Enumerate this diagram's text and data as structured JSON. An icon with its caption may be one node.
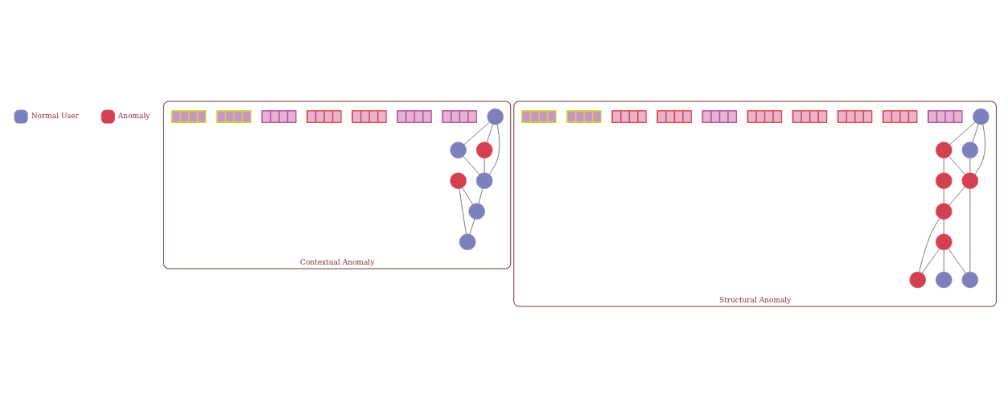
{
  "diagram": {
    "nodes": [
      {
        "text": [
          "Contextual Anomaly"
        ]
      },
      {
        "text": [],
        "shape": "circle",
        "in": 0
      },
      {
        "text": [],
        "shape": "circle",
        "in": 0
      },
      {
        "text": [],
        "shape": "circle",
        "in": 0
      },
      {
        "text": [],
        "shape": "circle",
        "in": 0
      },
      {
        "text": [],
        "shape": "circle",
        "in": 0
      },
      {
        "text": [],
        "shape": "circle",
        "in": 0
      },
      {
        "text": [],
        "shape": "circle",
        "in": 0
      },
      {
        "text": [],
        "shape": "bar",
        "in": 0
      },
      {
        "text": [],
        "shape": "bar",
        "in": 0
      },
      {
        "text": [],
        "shape": "bar",
        "in": 0
      },
      {
        "text": [],
        "shape": "bar",
        "in": 0
      },
      {
        "text": [],
        "shape": "bar",
        "in": 0
      },
      {
        "text": [],
        "shape": "bar",
        "in": 0
      },
      {
        "text": [],
        "shape": "bar",
        "in": 0
      },
      {
        "text": [
          "Structural Anomaly"
        ]
      },
      {
        "text": [],
        "shape": "circle",
        "in": 15
      },
      {
        "text": [],
        "shape": "circle",
        "in": 15
      },
      {
        "text": [],
        "shape": "circle",
        "in": 15
      },
      {
        "text": [],
        "shape": "circle",
        "in": 15
      },
      {
        "text": [],
        "shape": "circle",
        "in": 15
      },
      {
        "text": [],
        "shape": "circle",
        "in": 15
      },
      {
        "text": [],
        "shape": "circle",
        "in": 15
      },
      {
        "text": [],
        "shape": "circle",
        "in": 15
      },
      {
        "text": [],
        "shape": "circle",
        "in": 15
      },
      {
        "text": [],
        "shape": "circle",
        "in": 15
      },
      {
        "text": [],
        "shape": "bar",
        "in": 15
      },
      {
        "text": [],
        "shape": "bar",
        "in": 15
      },
      {
        "text": [],
        "shape": "bar",
        "in": 15
      },
      {
        "text": [],
        "shape": "bar",
        "in": 15
      },
      {
        "text": [],
        "shape": "bar",
        "in": 15
      },
      {
        "text": [],
        "shape": "bar",
        "in": 15
      },
      {
        "text": [],
        "shape": "bar",
        "in": 15
      },
      {
        "text": [],
        "shape": "bar",
        "in": 15
      },
      {
        "text": [],
        "shape": "bar",
        "in": 15
      },
      {
        "text": [],
        "shape": "bar",
        "in": 15
      }
    ],
    "edges": [
      {
        "from": 1,
        "to": 2,
        "arrow": "none"
      },
      {
        "from": 1,
        "to": 4,
        "arrow": "none"
      },
      {
        "from": 1,
        "to": 5,
        "arrow": "none"
      },
      {
        "from": 2,
        "to": 5,
        "arrow": "none"
      },
      {
        "from": 4,
        "to": 5,
        "arrow": "none"
      },
      {
        "from": 5,
        "to": 6,
        "arrow": "none"
      },
      {
        "from": 6,
        "to": 7,
        "arrow": "none"
      },
      {
        "from": 3,
        "to": 6,
        "arrow": "none"
      },
      {
        "from": 3,
        "to": 7,
        "arrow": "none"
      },
      {
        "from": 16,
        "to": 17,
        "arrow": "none"
      },
      {
        "from": 16,
        "to": 21,
        "arrow": "none"
      },
      {
        "from": 16,
        "to": 22,
        "arrow": "none"
      },
      {
        "from": 17,
        "to": 22,
        "arrow": "none"
      },
      {
        "from": 17,
        "to": 18,
        "arrow": "none"
      },
      {
        "from": 21,
        "to": 22,
        "arrow": "none"
      },
      {
        "from": 22,
        "to": 23,
        "arrow": "none"
      },
      {
        "from": 22,
        "to": 24,
        "arrow": "none"
      },
      {
        "from": 18,
        "to": 23,
        "arrow": "none"
      },
      {
        "from": 23,
        "to": 19,
        "arrow": "none"
      },
      {
        "from": 23,
        "to": 20,
        "arrow": "none"
      },
      {
        "from": 19,
        "to": 24,
        "arrow": "none"
      },
      {
        "from": 19,
        "to": 25,
        "arrow": "none"
      },
      {
        "from": 19,
        "to": 20,
        "arrow": "none"
      }
    ],
    "legend": [
      {
        "text": "Normal User",
        "color": "#7e7fbd"
      },
      {
        "text": "Anomaly",
        "color": "#d44050"
      }
    ]
  }
}
